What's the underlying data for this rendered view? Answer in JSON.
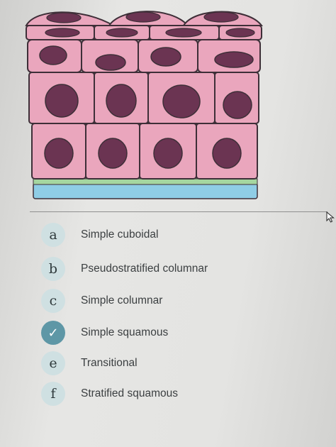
{
  "diagram": {
    "colors": {
      "cell_fill": "#eaa6bd",
      "cell_outline": "#3e2f38",
      "nucleus": "#6b3452",
      "basement_membrane": "#a5d6a0",
      "connective_tissue": "#8fcde6"
    }
  },
  "quiz": {
    "options": [
      {
        "letter": "a",
        "label": "Simple cuboidal",
        "selected": false
      },
      {
        "letter": "b",
        "label": "Pseudostratified columnar",
        "selected": false
      },
      {
        "letter": "c",
        "label": "Simple columnar",
        "selected": false
      },
      {
        "letter": "✓",
        "label": "Simple squamous",
        "selected": true
      },
      {
        "letter": "e",
        "label": "Transitional",
        "selected": false
      },
      {
        "letter": "f",
        "label": "Stratified squamous",
        "selected": false
      }
    ]
  },
  "icons": {
    "selected_mark": "checkmark-icon",
    "pointer": "mouse-cursor-icon"
  }
}
